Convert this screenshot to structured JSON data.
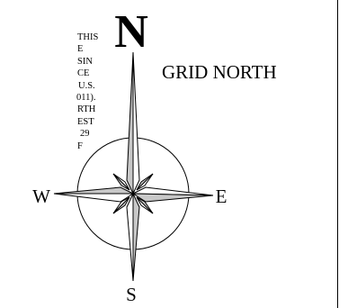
{
  "notes": [
    "THIS",
    "E",
    "SIN",
    "CE",
    "U.S.",
    "011).",
    "RTH",
    "EST",
    "29",
    "F"
  ],
  "grid_north_label": "GRID NORTH",
  "compass": {
    "north": "N",
    "south": "S",
    "east": "E",
    "west": "W"
  },
  "colors": {
    "light_fill": "#c8c8c8",
    "dark_fill": "#ffffff",
    "ink": "#000000"
  }
}
